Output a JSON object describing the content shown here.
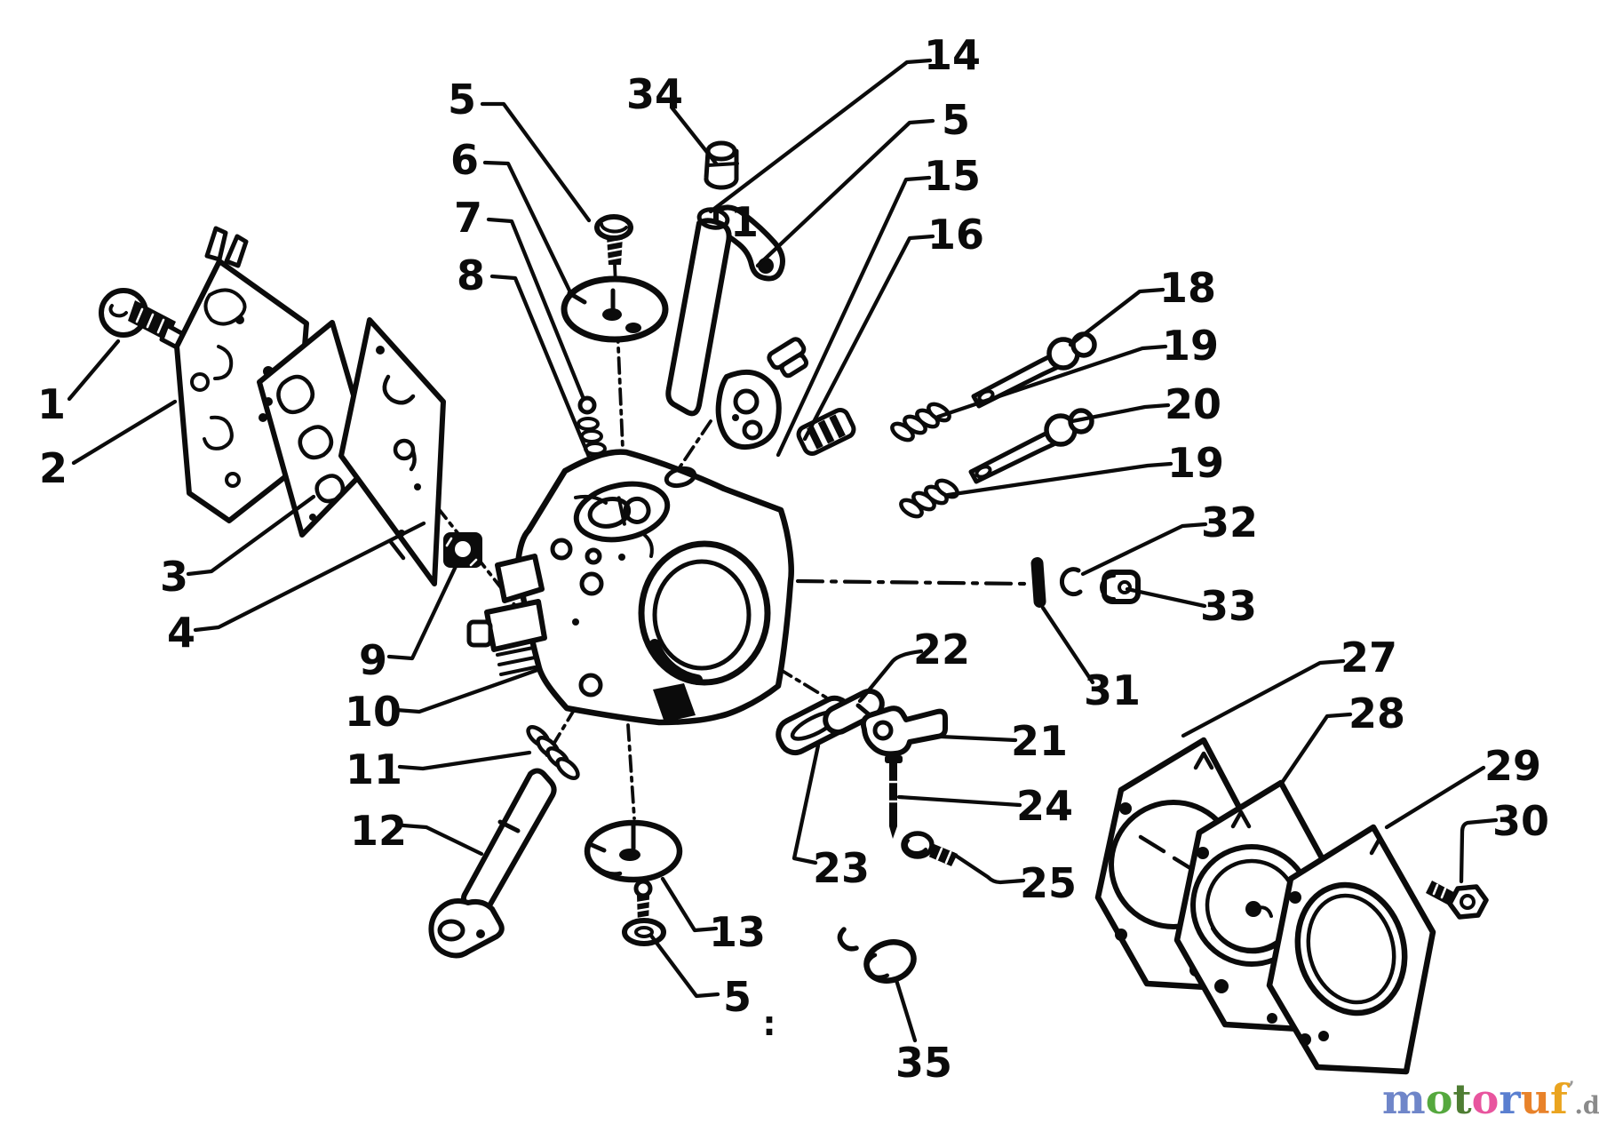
{
  "figure": {
    "callouts": [
      {
        "text": "1"
      },
      {
        "text": "2"
      },
      {
        "text": "3"
      },
      {
        "text": "4"
      },
      {
        "text": "5"
      },
      {
        "text": "6"
      },
      {
        "text": "7"
      },
      {
        "text": "8"
      },
      {
        "text": "34"
      },
      {
        "text": "1"
      },
      {
        "text": "14"
      },
      {
        "text": "5"
      },
      {
        "text": "15"
      },
      {
        "text": "16"
      },
      {
        "text": "18"
      },
      {
        "text": "19"
      },
      {
        "text": "20"
      },
      {
        "text": "19"
      },
      {
        "text": "32"
      },
      {
        "text": "33"
      },
      {
        "text": "27"
      },
      {
        "text": "28"
      },
      {
        "text": "29"
      },
      {
        "text": "30"
      },
      {
        "text": "31"
      },
      {
        "text": "22"
      },
      {
        "text": "21"
      },
      {
        "text": "24"
      },
      {
        "text": "25"
      },
      {
        "text": "23"
      },
      {
        "text": "9"
      },
      {
        "text": "10"
      },
      {
        "text": "11"
      },
      {
        "text": "12"
      },
      {
        "text": "13"
      },
      {
        "text": "5"
      },
      {
        "text": "35"
      }
    ],
    "colon": ":"
  },
  "logo": {
    "letters": [
      {
        "ch": "m",
        "color": "#6f86c9"
      },
      {
        "ch": "o",
        "color": "#55a83e"
      },
      {
        "ch": "t",
        "color": "#4e7d33"
      },
      {
        "ch": "o",
        "color": "#e8559e"
      },
      {
        "ch": "r",
        "color": "#5a7fd0"
      },
      {
        "ch": "u",
        "color": "#e8822a"
      },
      {
        "ch": "f",
        "color": "#eaa41f"
      }
    ],
    "tick": "’",
    "tick_color": "#9a9a9a",
    "suffix": ".de",
    "suffix_color": "#8a8a8a"
  }
}
